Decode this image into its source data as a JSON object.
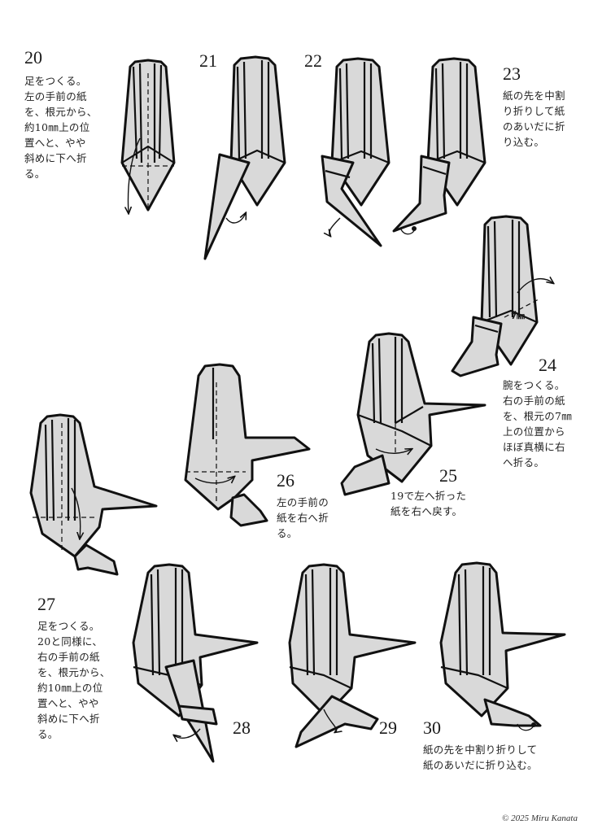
{
  "steps": {
    "s20": {
      "num": "20",
      "text": "足をつくる。\n左の手前の紙\nを、根元から、\n約10㎜上の位\n置へと、やや\n斜めに下へ折\nる。"
    },
    "s21": {
      "num": "21"
    },
    "s22": {
      "num": "22"
    },
    "s23": {
      "num": "23",
      "text": "紙の先を中割\nり折りして紙\nのあいだに折\nり込む。"
    },
    "s24": {
      "num": "24",
      "text": "腕をつくる。\n右の手前の紙\nを、根元の7㎜\n上の位置から\nほぼ真横に右\nへ折る。"
    },
    "s25": {
      "num": "25",
      "text": "19で左へ折った\n紙を右へ戻す。"
    },
    "s26": {
      "num": "26",
      "text": "左の手前の\n紙を右へ折\nる。"
    },
    "s27": {
      "num": "27",
      "text": "足をつくる。\n20と同様に、\n右の手前の紙\nを、根元から、\n約10㎜上の位\n置へと、やや\n斜めに下へ折\nる。"
    },
    "s28": {
      "num": "28"
    },
    "s29": {
      "num": "29"
    },
    "s30": {
      "num": "30",
      "text": "紙の先を中割り折りして\n紙のあいだに折り込む。"
    }
  },
  "measure_label": "7㎜",
  "copyright": "© 2025 Miru Kanata",
  "colors": {
    "paper": "#d9d9d9",
    "line": "#111111"
  }
}
